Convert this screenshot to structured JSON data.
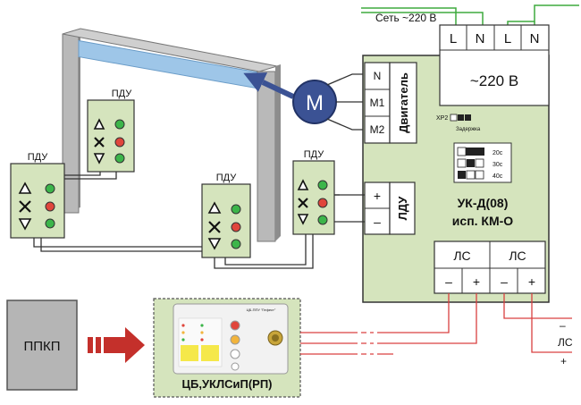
{
  "network_label": "Сеть ~220 В",
  "terminals_top": [
    "L",
    "N",
    "L",
    "N"
  ],
  "voltage_label": "~220 В",
  "motor_letter": "M",
  "motor_terminals": [
    "N",
    "M1",
    "M2"
  ],
  "motor_block_label": "Двигатель",
  "xp2_label": "XP2",
  "delay_label": "Задержка",
  "delay_options": [
    "20с",
    "30с",
    "40с"
  ],
  "ldu_label": "ЛДУ",
  "ldu_plus": "+",
  "ldu_minus": "–",
  "controller_model": "УК-Д(08)",
  "controller_variant": "исп. КМ-О",
  "ls_label": "ЛС",
  "ls_minus": "–",
  "ls_plus": "+",
  "pdu_label": "ПДУ",
  "ppkp_label": "ППКП",
  "cb_label": "ЦБ,УКЛСиП(РП)",
  "cb_header": "ЦБ-ППУ \"Гефест\"",
  "right_ls_minus": "–",
  "right_ls_label": "ЛС",
  "right_ls_plus": "+",
  "colors": {
    "controller_green": "#d5e4bd",
    "frame_gray": "#b9b9b9",
    "beam_blue": "#9ec6e8",
    "motor_blue": "#3b5294",
    "arrow_red": "#c4302b",
    "wire_red": "#d94040",
    "wire_green": "#3faa3f",
    "led_green": "#3cb54a",
    "led_red": "#e0463c"
  }
}
